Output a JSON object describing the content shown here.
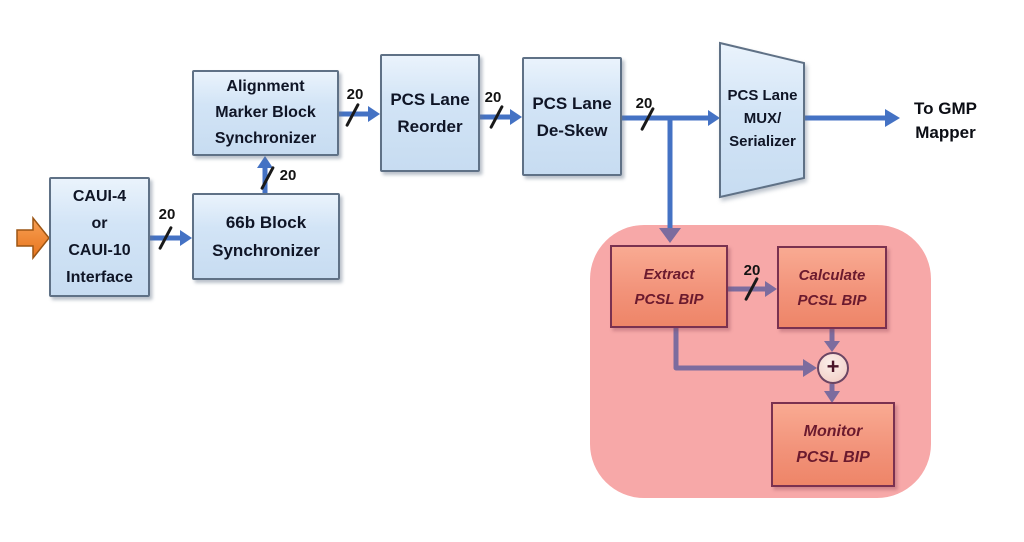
{
  "blocks": {
    "caui": {
      "line1": "CAUI-4",
      "line2": "or",
      "line3": "CAUI-10",
      "line4": "Interface"
    },
    "sync66b": {
      "line1": "66b Block",
      "line2": "Synchronizer"
    },
    "alignment": {
      "line1": "Alignment",
      "line2": "Marker Block",
      "line3": "Synchronizer"
    },
    "reorder": {
      "line1": "PCS Lane",
      "line2": "Reorder"
    },
    "deskew": {
      "line1": "PCS Lane",
      "line2": "De-Skew"
    },
    "mux": {
      "line1": "PCS Lane",
      "line2": "MUX/",
      "line3": "Serializer"
    },
    "extract": {
      "line1": "Extract",
      "line2": "PCSL BIP"
    },
    "calculate": {
      "line1": "Calculate",
      "line2": "PCSL BIP"
    },
    "monitor": {
      "line1": "Monitor",
      "line2": "PCSL BIP"
    }
  },
  "labels": {
    "output_line1": "To GMP",
    "output_line2": "Mapper",
    "adder": "+",
    "bus_width": [
      "20",
      "20",
      "20",
      "20",
      "20",
      "20"
    ]
  },
  "colors": {
    "arrow_blue": "#4472C4",
    "arrow_purple": "#7C6C9E",
    "block_fill_blue": "#CCE1F4",
    "block_border_blue": "#5F7186",
    "block_fill_salmon": "#F2937A",
    "block_border_salmon": "#7A3150",
    "block_text_salmon": "#6B1A2E",
    "pink_region": "#F7A8A8",
    "input_arrow_orange": "#ED7D31",
    "adder_fill": "#F4D5CD"
  }
}
